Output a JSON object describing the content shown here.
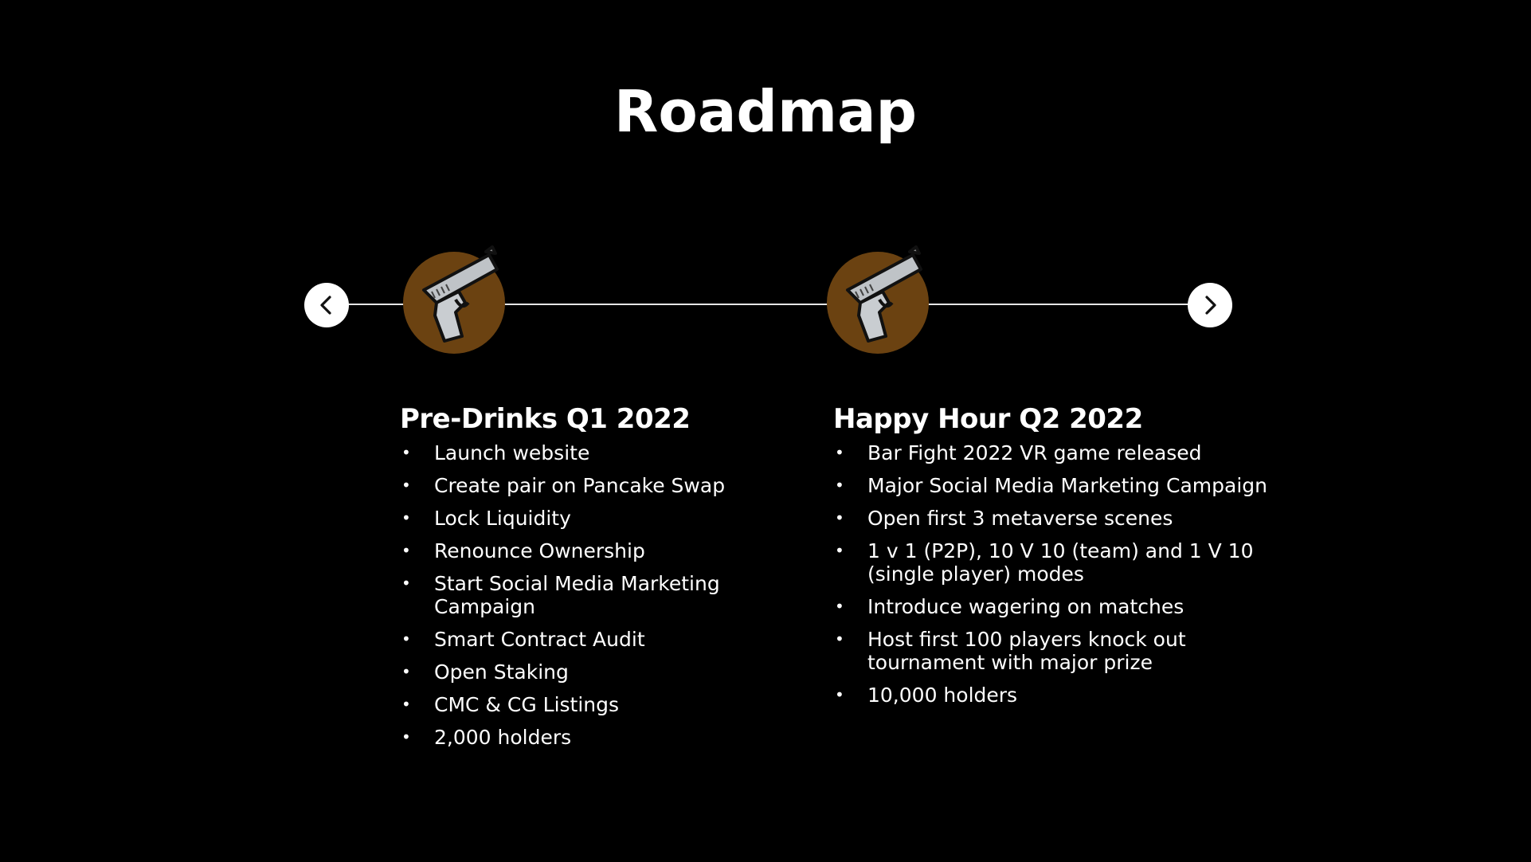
{
  "title": "Roadmap",
  "nav": {
    "prev_icon": "chevron-left-icon",
    "next_icon": "chevron-right-icon"
  },
  "milestone_icon": "pistol-icon",
  "colors": {
    "background": "#000000",
    "icon_circle": "#6b4211",
    "text": "#ffffff"
  },
  "phases": [
    {
      "title": "Pre-Drinks Q1 2022",
      "items": [
        "Launch website",
        "Create pair on Pancake Swap",
        "Lock Liquidity",
        "Renounce Ownership",
        "Start Social Media Marketing Campaign",
        "Smart Contract Audit",
        "Open Staking",
        "CMC & CG Listings",
        "2,000 holders"
      ]
    },
    {
      "title": "Happy Hour Q2 2022",
      "items": [
        "Bar Fight 2022 VR game released",
        "Major Social Media Marketing Campaign",
        "Open first 3 metaverse scenes",
        "1 v 1 (P2P), 10 V 10 (team) and 1 V 10 (single player) modes",
        "Introduce wagering on matches",
        "Host first 100 players knock out tournament with major prize",
        "10,000 holders"
      ]
    }
  ]
}
